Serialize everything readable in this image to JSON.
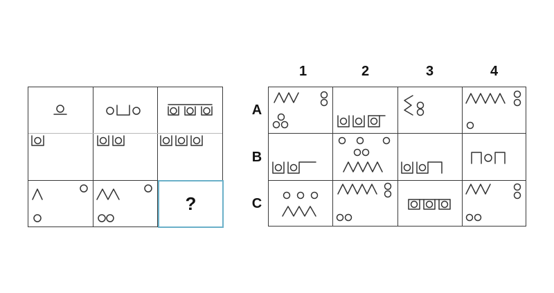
{
  "question_mark": "?",
  "answer_columns": [
    "1",
    "2",
    "3",
    "4"
  ],
  "answer_rows": [
    "A",
    "B",
    "C"
  ],
  "colors": {
    "border": "#3a3a3a",
    "divider": "#b8b8b8",
    "highlight": "#6ab0c8",
    "stroke": "#333333"
  }
}
